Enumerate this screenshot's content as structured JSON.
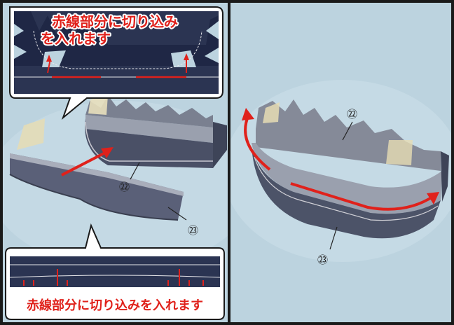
{
  "top_callout": {
    "text_line1": "赤線部分に切り込み",
    "text_line2": "を入れます"
  },
  "bottom_callout": {
    "text": "赤線部分に切り込みを入れます"
  },
  "parts": {
    "part_22": "㉒",
    "part_23": "㉓"
  },
  "colors": {
    "background": "#bcd3df",
    "frame": "#1a1a1a",
    "accent_red": "#e0211b",
    "part_navy": "#2b3452"
  }
}
